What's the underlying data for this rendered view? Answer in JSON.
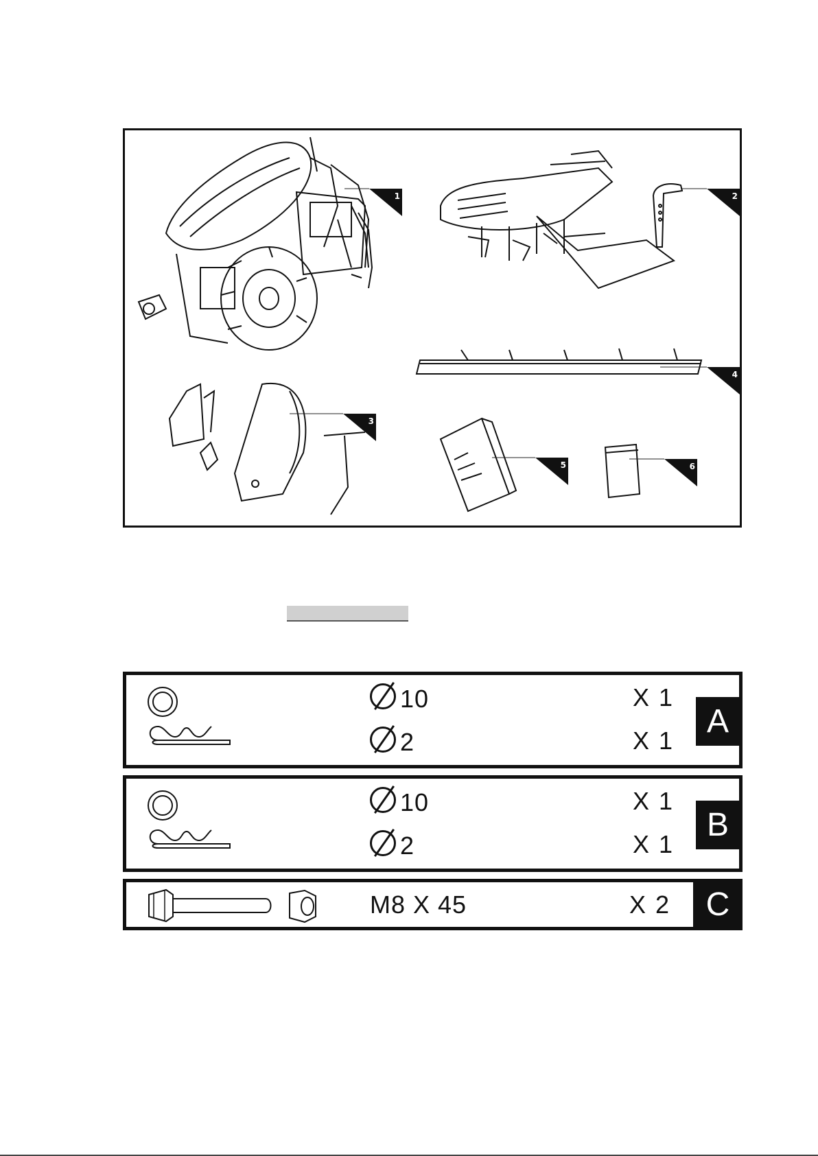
{
  "figure": {
    "callouts": [
      "1",
      "2",
      "3",
      "4",
      "5",
      "6"
    ]
  },
  "hardware": [
    {
      "letter": "A",
      "rows": [
        {
          "icon": "washer-icon",
          "size": "10",
          "qty": "X 1"
        },
        {
          "icon": "r-clip-pin-icon",
          "size": "2",
          "qty": "X 1"
        }
      ]
    },
    {
      "letter": "B",
      "rows": [
        {
          "icon": "washer-icon",
          "size": "10",
          "qty": "X 1"
        },
        {
          "icon": "r-clip-pin-icon",
          "size": "2",
          "qty": "X 1"
        }
      ]
    },
    {
      "letter": "C",
      "rows": [
        {
          "icon": "bolt-and-nut-icon",
          "size": "M8 X 45",
          "qty": "X 2"
        }
      ]
    }
  ]
}
